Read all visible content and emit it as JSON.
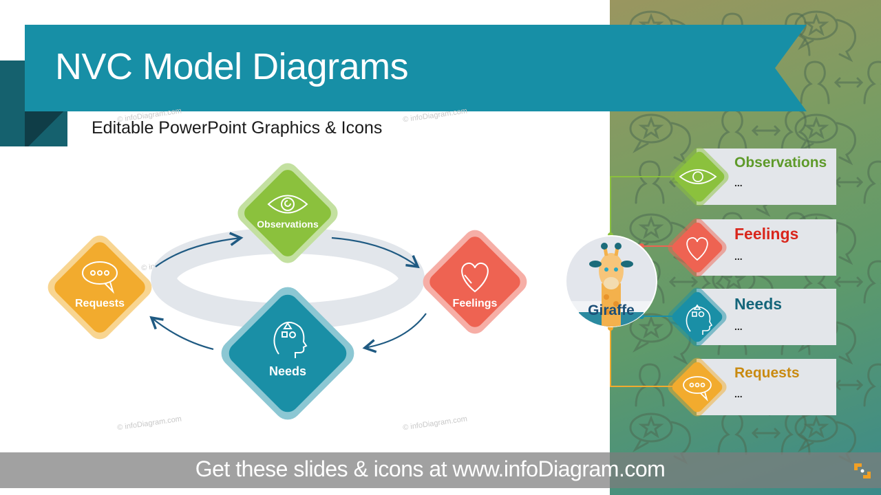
{
  "header": {
    "title": "NVC Model Diagrams",
    "subtitle": "Editable PowerPoint Graphics & Icons"
  },
  "watermark": "© infoDiagram.com",
  "cycle": {
    "nodes": [
      {
        "label": "Observations",
        "icon": "eye-icon",
        "color": "#8bc13d",
        "border": "#c3e0a0"
      },
      {
        "label": "Feelings",
        "icon": "heart-icon",
        "color": "#ee6352",
        "border": "#f6aea6"
      },
      {
        "label": "Needs",
        "icon": "head-shapes-icon",
        "color": "#1a8fa6",
        "border": "#8cc7d3"
      },
      {
        "label": "Requests",
        "icon": "speech-bubble-icon",
        "color": "#f2ab2e",
        "border": "#f8d591"
      }
    ],
    "arrow_color": "#1f5a82",
    "ring_color": "#e2e6eb"
  },
  "giraffe_panel": {
    "center_label": "Giraffe",
    "items": [
      {
        "title": "Observations",
        "text": "...",
        "title_color": "#5e9a2a",
        "icon": "eye-icon"
      },
      {
        "title": "Feelings",
        "text": "...",
        "title_color": "#d9261c",
        "icon": "heart-icon"
      },
      {
        "title": "Needs",
        "text": "...",
        "title_color": "#14657a",
        "icon": "head-shapes-icon"
      },
      {
        "title": "Requests",
        "text": "...",
        "title_color": "#c98a10",
        "icon": "speech-bubble-icon"
      }
    ]
  },
  "footer": {
    "text": "Get these slides & icons at www.infoDiagram.com"
  },
  "colors": {
    "banner": "#178fa6",
    "banner_dark": "#15616e"
  }
}
